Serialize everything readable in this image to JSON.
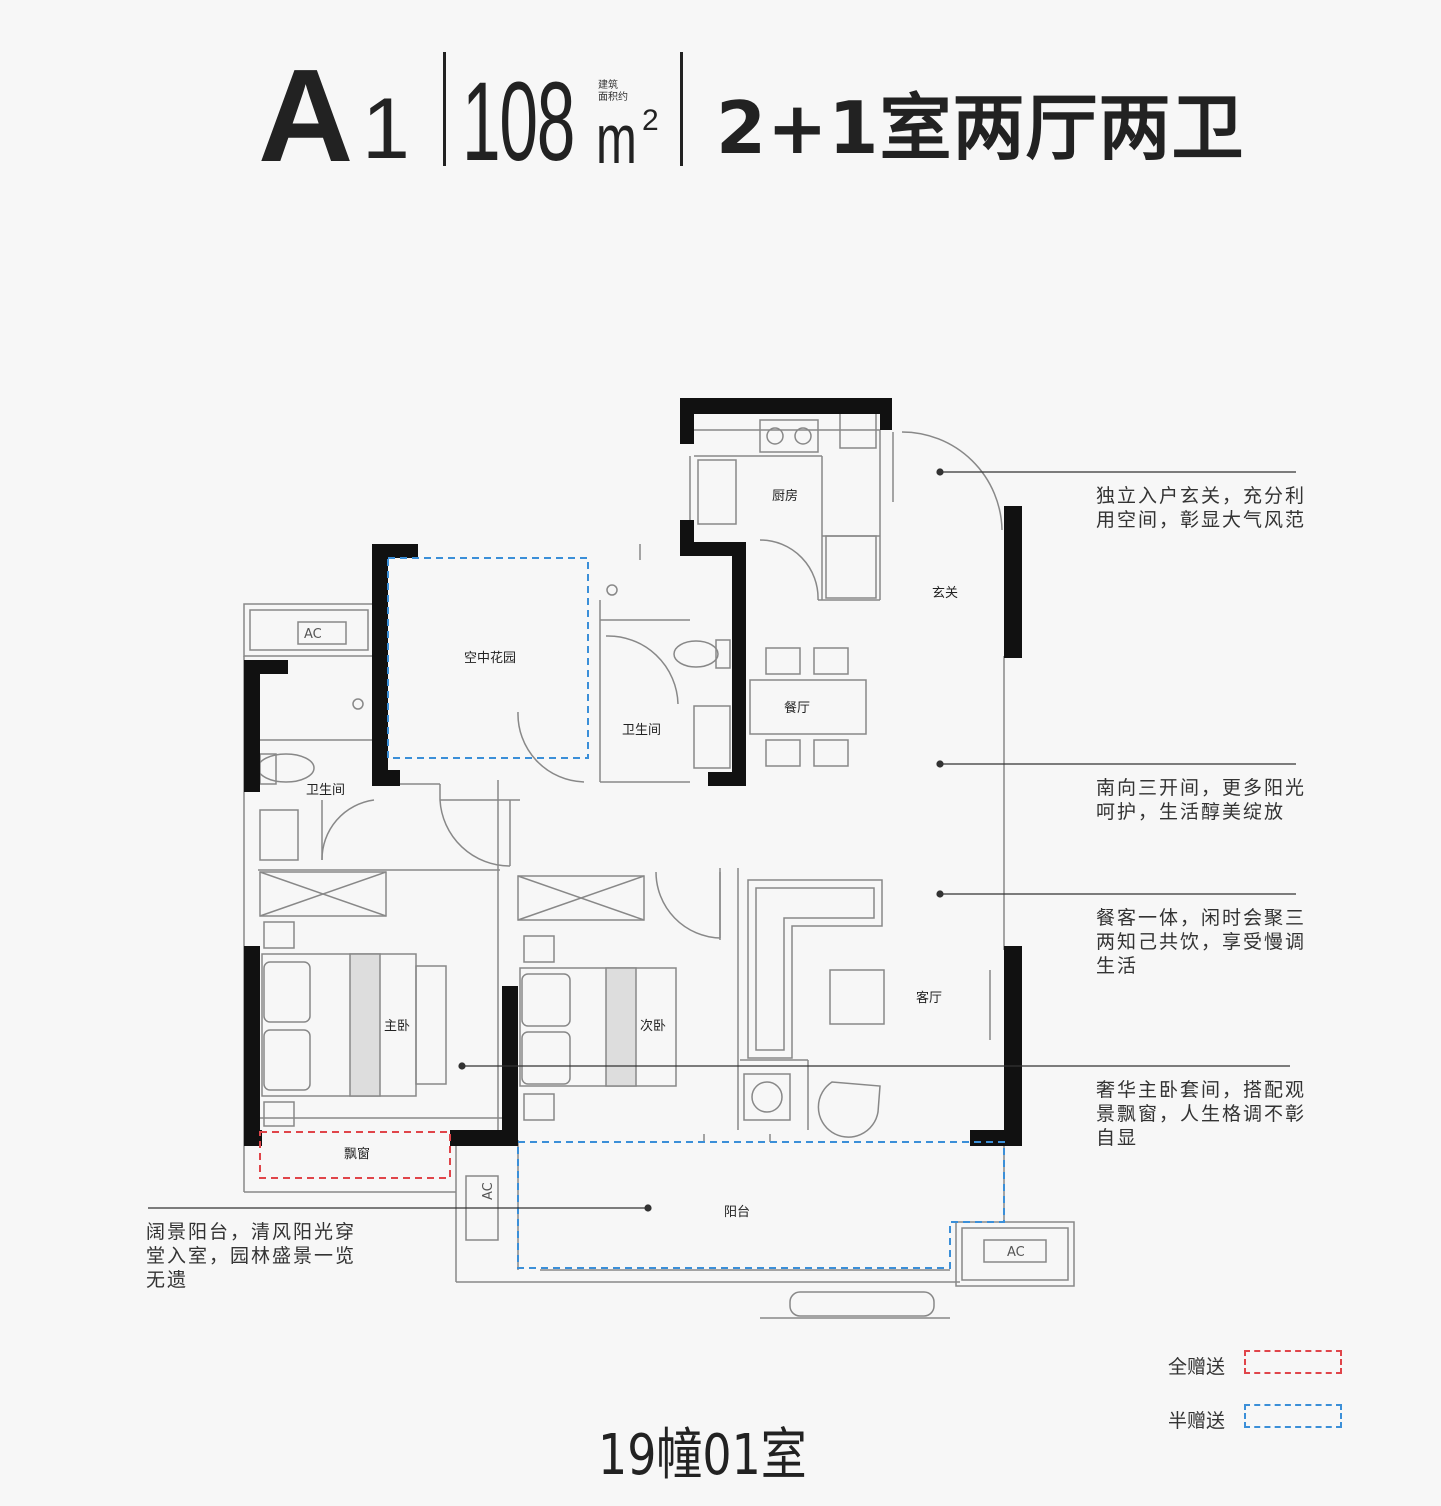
{
  "header": {
    "unit_type": "A",
    "unit_type_sub": "1",
    "area_value": "108",
    "area_unit": "m",
    "area_unit_sup": "2",
    "area_note_line1": "建筑",
    "area_note_line2": "面积约",
    "layout": "2+1室两厅两卫"
  },
  "rooms": {
    "kitchen": "厨房",
    "foyer": "玄关",
    "sky_garden": "空中花园",
    "bathroom_a": "卫生间",
    "bathroom_b": "卫生间",
    "dining": "餐厅",
    "living": "客厅",
    "master_bedroom": "主卧",
    "second_bedroom": "次卧",
    "bay_window": "飘窗",
    "balcony": "阳台",
    "ac_1": "AC",
    "ac_2": "AC",
    "ac_3": "AC"
  },
  "callouts": [
    {
      "text": "独立入户玄关，充分利用空间，彰显大气风范"
    },
    {
      "text": "南向三开间，更多阳光呵护，生活醇美绽放"
    },
    {
      "text": "餐客一体，闲时会聚三两知己共饮，享受慢调生活"
    },
    {
      "text": "奢华主卧套间，搭配观景飘窗，人生格调不彰自显"
    },
    {
      "text": "阔景阳台，清风阳光穿堂入室，园林盛景一览无遗"
    }
  ],
  "legend": {
    "full_gift": {
      "label": "全赠送",
      "color": "#e0454a"
    },
    "half_gift": {
      "label": "半赠送",
      "color": "#3b8fd8"
    }
  },
  "footer": {
    "room_number": "19幢01室"
  }
}
